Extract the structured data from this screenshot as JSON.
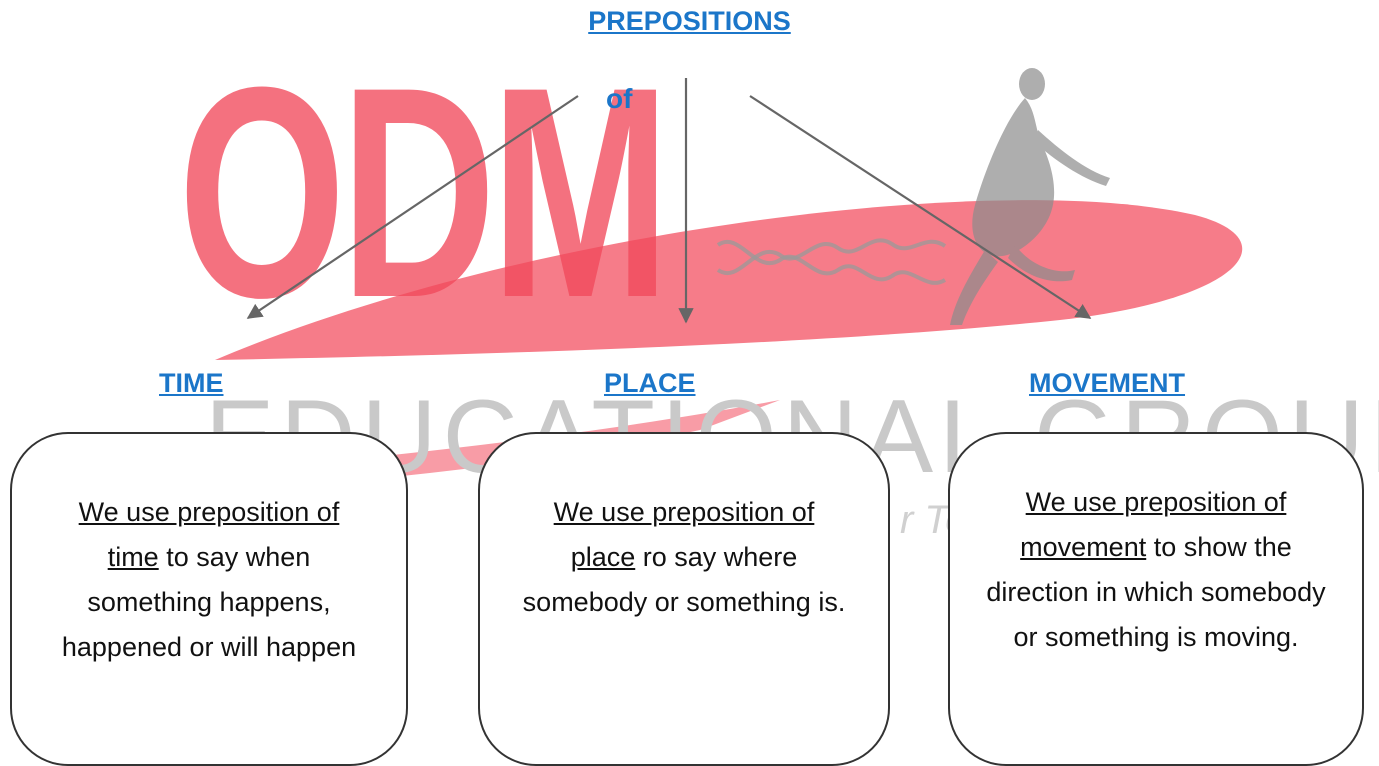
{
  "watermark": {
    "logo_letters": "ODM",
    "logo_words": "EDUCATIONAL GROUP",
    "tagline_fragment": "r To",
    "brand_color": "#f24a5c"
  },
  "diagram": {
    "title": "PREPOSITIONS",
    "connector": "of",
    "accent_color": "#1b76c9",
    "branches": [
      {
        "label": "TIME",
        "description_underlined": "We use preposition of time",
        "description_rest": " to say when something happens, happened or will happen"
      },
      {
        "label": "PLACE",
        "description_underlined": "We use preposition of place",
        "description_rest": " ro say where somebody or something is."
      },
      {
        "label": "MOVEMENT",
        "description_underlined": "We use preposition of movement",
        "description_rest": " to show the direction in which somebody or something is moving."
      }
    ]
  }
}
